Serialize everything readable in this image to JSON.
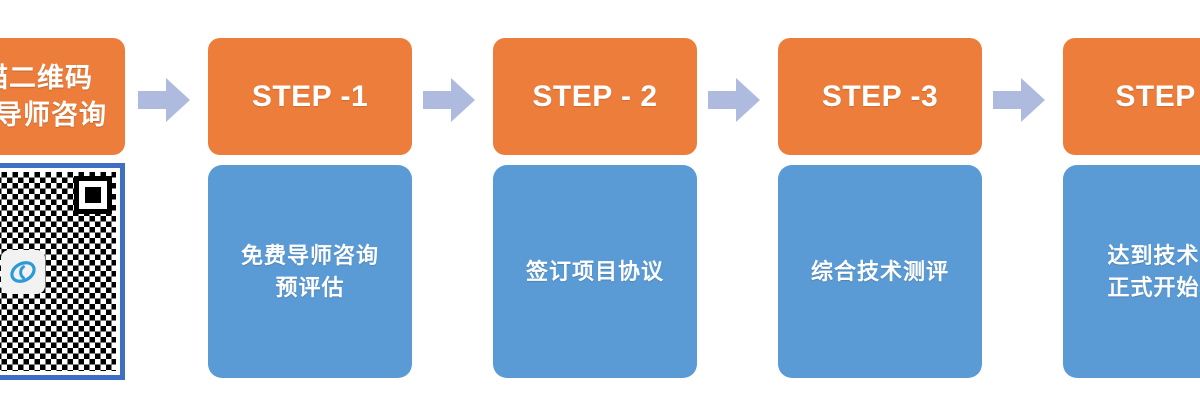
{
  "graphic": {
    "type": "process-flow",
    "title_visible": false,
    "colors": {
      "header_orange": "#ED7D3A",
      "body_blue": "#5B9BD5",
      "arrow_periwinkle": "#AEBBDF",
      "qr_border_blue": "#3E6FC4",
      "text_white": "#FFFFFF",
      "background": "#FFFFFF"
    }
  },
  "intro": {
    "header_lines": [
      "扫描二维码",
      "免费导师咨询"
    ],
    "note": "left edge clipped",
    "qr": {
      "name": "qr-code",
      "logo_icon": "wechat-style-logo-icon",
      "border_color": "#3E6FC4"
    }
  },
  "arrows": [
    {
      "name": "arrow-intro-to-step1",
      "icon": "arrow-right-icon"
    },
    {
      "name": "arrow-step1-to-step2",
      "icon": "arrow-right-icon"
    },
    {
      "name": "arrow-step2-to-step3",
      "icon": "arrow-right-icon"
    },
    {
      "name": "arrow-step3-to-step4",
      "icon": "arrow-right-icon"
    }
  ],
  "steps": [
    {
      "id": "step-1",
      "header": "STEP -1",
      "body_lines": [
        "免费导师咨询",
        "预评估"
      ]
    },
    {
      "id": "step-2",
      "header": "STEP - 2",
      "body_lines": [
        "签订项目协议",
        ""
      ]
    },
    {
      "id": "step-3",
      "header": "STEP -3",
      "body_lines": [
        "综合技术测评",
        ""
      ]
    },
    {
      "id": "step-4",
      "header": "STEP -",
      "body_lines": [
        "达到技术要",
        "正式开始项"
      ],
      "note": "right edge clipped"
    }
  ]
}
